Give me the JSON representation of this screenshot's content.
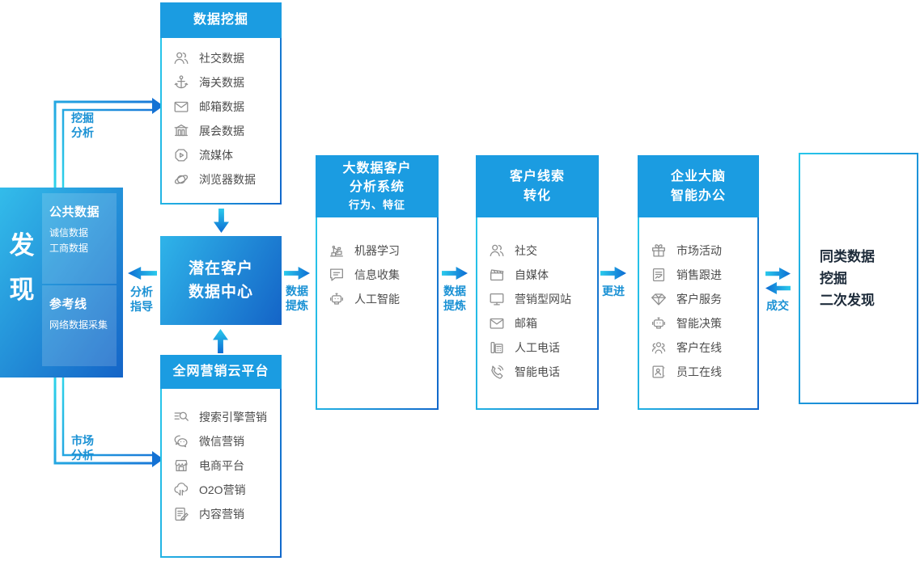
{
  "colors": {
    "header_blue": "#1b9ce1",
    "gradient_start": "#33bcea",
    "gradient_end": "#1464c7",
    "arrow_cyan": "#2acaec",
    "arrow_blue": "#0d6bd3",
    "label_blue": "#1a91d4",
    "item_text": "#4d4d4d",
    "icon_gray": "#8e8e8e",
    "result_text": "#1d2b3a"
  },
  "discover": {
    "title": "发\n现",
    "box1_title": "公共数据",
    "box1_lines": "诚信数据\n工商数据",
    "box2_title": "参考线",
    "box2_lines": "网络数据采集"
  },
  "center_box": {
    "title": "潜在客户\n数据中心"
  },
  "result_box": {
    "title": "同类数据\n挖掘\n二次发现"
  },
  "panels": {
    "data_mining": {
      "title": "数据挖掘",
      "items": [
        {
          "icon": "people",
          "label": "社交数据"
        },
        {
          "icon": "anchor",
          "label": "海关数据"
        },
        {
          "icon": "mail",
          "label": "邮箱数据"
        },
        {
          "icon": "booth",
          "label": "展会数据"
        },
        {
          "icon": "media-play",
          "label": "流媒体"
        },
        {
          "icon": "planet",
          "label": "浏览器数据"
        }
      ]
    },
    "marketing_cloud": {
      "title": "全网营销云平台",
      "items": [
        {
          "icon": "search-lines",
          "label": "搜索引擎营销"
        },
        {
          "icon": "wechat",
          "label": "微信营销"
        },
        {
          "icon": "shop",
          "label": "电商平台"
        },
        {
          "icon": "cloud-sync",
          "label": "O2O营销"
        },
        {
          "icon": "doc-pen",
          "label": "内容营销"
        }
      ]
    },
    "bigdata_analysis": {
      "title": "大数据客户\n分析系统",
      "subtitle": "行为、特征",
      "items": [
        {
          "icon": "machine",
          "label": "机器学习"
        },
        {
          "icon": "chat-lines",
          "label": "信息收集"
        },
        {
          "icon": "robot",
          "label": "人工智能"
        }
      ]
    },
    "lead_conversion": {
      "title": "客户线索\n转化",
      "items": [
        {
          "icon": "people",
          "label": "社交"
        },
        {
          "icon": "clapperboard",
          "label": "自媒体"
        },
        {
          "icon": "monitor",
          "label": "营销型网站"
        },
        {
          "icon": "mail",
          "label": "邮箱"
        },
        {
          "icon": "desk-phone",
          "label": "人工电话"
        },
        {
          "icon": "phone-wave",
          "label": "智能电话"
        }
      ]
    },
    "enterprise_brain": {
      "title": "企业大脑\n智能办公",
      "items": [
        {
          "icon": "gift",
          "label": "市场活动"
        },
        {
          "icon": "doc-chart",
          "label": "销售跟进"
        },
        {
          "icon": "diamond",
          "label": "客户服务"
        },
        {
          "icon": "robot",
          "label": "智能决策"
        },
        {
          "icon": "group",
          "label": "客户在线"
        },
        {
          "icon": "id-card",
          "label": "员工在线"
        }
      ]
    }
  },
  "arrow_labels": {
    "mining": "挖掘\n分析",
    "market": "市场\n分析",
    "guide": "分析\n指导",
    "refine1": "数据\n提炼",
    "refine2": "数据\n提炼",
    "follow": "更进",
    "deal": "成交"
  }
}
